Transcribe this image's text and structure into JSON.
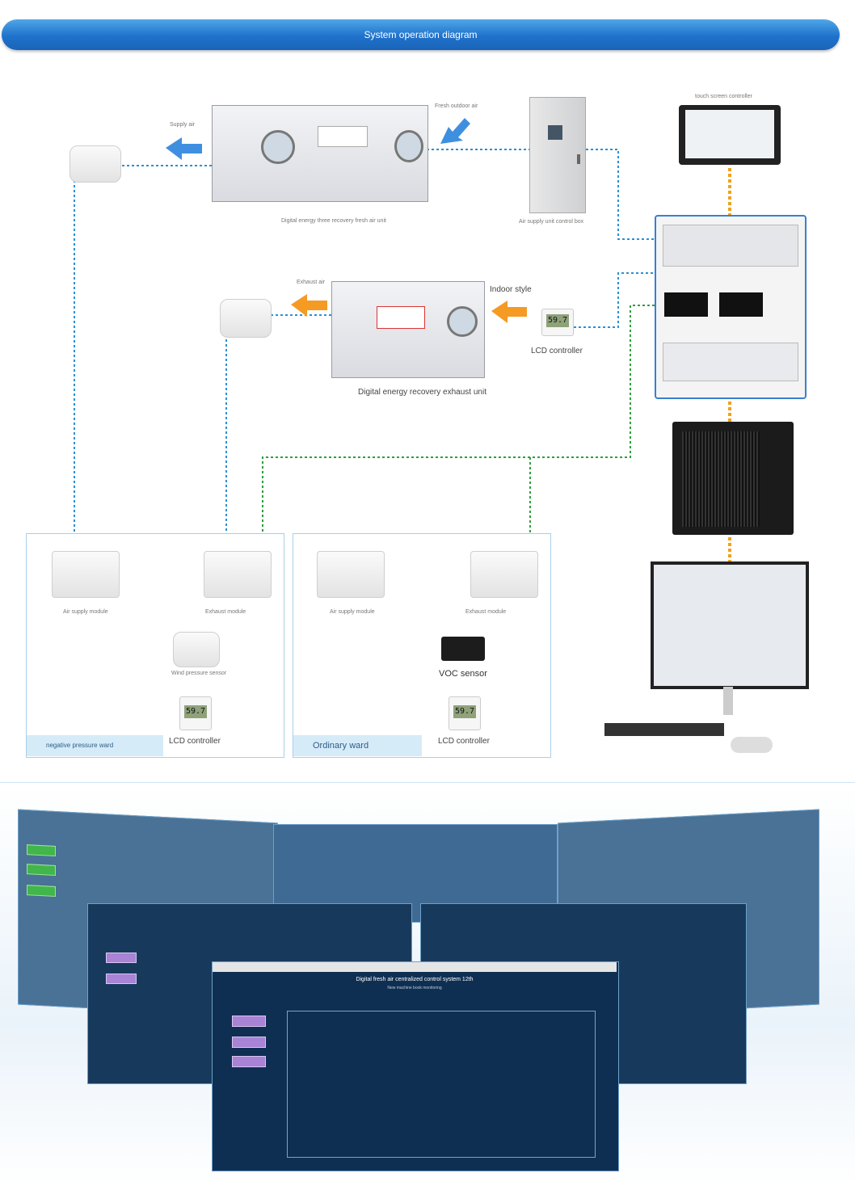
{
  "header": {
    "title": "System operation diagram"
  },
  "equipment": {
    "fresh_air_unit_label": "Digital energy three recovery fresh air unit",
    "supply_air_label": "Supply air",
    "fresh_outdoor_air_label": "Fresh outdoor air",
    "control_box_label": "Air supply unit control box",
    "touch_screen_label": "touch screen controller",
    "exhaust_air_label": "Exhaust air",
    "exhaust_unit_label": "Digital energy recovery exhaust unit",
    "indoor_style_label": "Indoor style",
    "lcd_controller_label": "LCD controller",
    "lcd_reading": "59.7"
  },
  "wards": {
    "negative": {
      "name": "negative pressure ward",
      "air_supply_label": "Air supply module",
      "exhaust_label": "Exhaust module",
      "wind_sensor_label": "Wind pressure sensor",
      "lcd_label": "LCD controller",
      "lcd_reading": "59.7"
    },
    "ordinary": {
      "name": "Ordinary ward",
      "air_supply_label": "Air supply module",
      "exhaust_label": "Exhaust module",
      "voc_label": "VOC sensor",
      "lcd_label": "LCD controller",
      "lcd_reading": "59.7"
    }
  },
  "screens": {
    "front_title": "Digital fresh air centralized control system 12th",
    "front_subtitle": "New machine book monitoring"
  },
  "colors": {
    "banner": "#1f72cc",
    "wire_blue": "#2b8fd6",
    "wire_green": "#2e9e3e",
    "wire_orange": "#f0a11e"
  }
}
